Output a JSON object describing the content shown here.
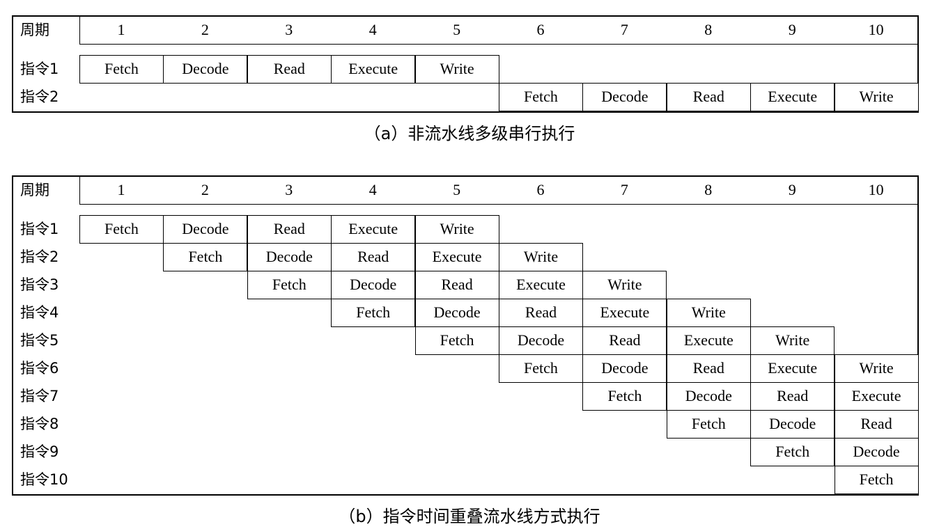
{
  "cycle_label": "周期",
  "cycles": [
    "1",
    "2",
    "3",
    "4",
    "5",
    "6",
    "7",
    "8",
    "9",
    "10"
  ],
  "diagram_a": {
    "caption": "（a）非流水线多级串行执行",
    "rows": [
      {
        "label": "指令1",
        "start": 0,
        "stages": [
          "Fetch",
          "Decode",
          "Read",
          "Execute",
          "Write"
        ]
      },
      {
        "label": "指令2",
        "start": 5,
        "stages": [
          "Fetch",
          "Decode",
          "Read",
          "Execute",
          "Write"
        ]
      }
    ]
  },
  "diagram_b": {
    "caption": "（b）指令时间重叠流水线方式执行",
    "rows": [
      {
        "label": "指令1",
        "start": 0,
        "stages": [
          "Fetch",
          "Decode",
          "Read",
          "Execute",
          "Write"
        ]
      },
      {
        "label": "指令2",
        "start": 1,
        "stages": [
          "Fetch",
          "Decode",
          "Read",
          "Execute",
          "Write"
        ]
      },
      {
        "label": "指令3",
        "start": 2,
        "stages": [
          "Fetch",
          "Decode",
          "Read",
          "Execute",
          "Write"
        ]
      },
      {
        "label": "指令4",
        "start": 3,
        "stages": [
          "Fetch",
          "Decode",
          "Read",
          "Execute",
          "Write"
        ]
      },
      {
        "label": "指令5",
        "start": 4,
        "stages": [
          "Fetch",
          "Decode",
          "Read",
          "Execute",
          "Write"
        ]
      },
      {
        "label": "指令6",
        "start": 5,
        "stages": [
          "Fetch",
          "Decode",
          "Read",
          "Execute",
          "Write"
        ]
      },
      {
        "label": "指令7",
        "start": 6,
        "stages": [
          "Fetch",
          "Decode",
          "Read",
          "Execute"
        ]
      },
      {
        "label": "指令8",
        "start": 7,
        "stages": [
          "Fetch",
          "Decode",
          "Read"
        ]
      },
      {
        "label": "指令9",
        "start": 8,
        "stages": [
          "Fetch",
          "Decode"
        ]
      },
      {
        "label": "指令10",
        "start": 9,
        "stages": [
          "Fetch"
        ]
      }
    ]
  }
}
